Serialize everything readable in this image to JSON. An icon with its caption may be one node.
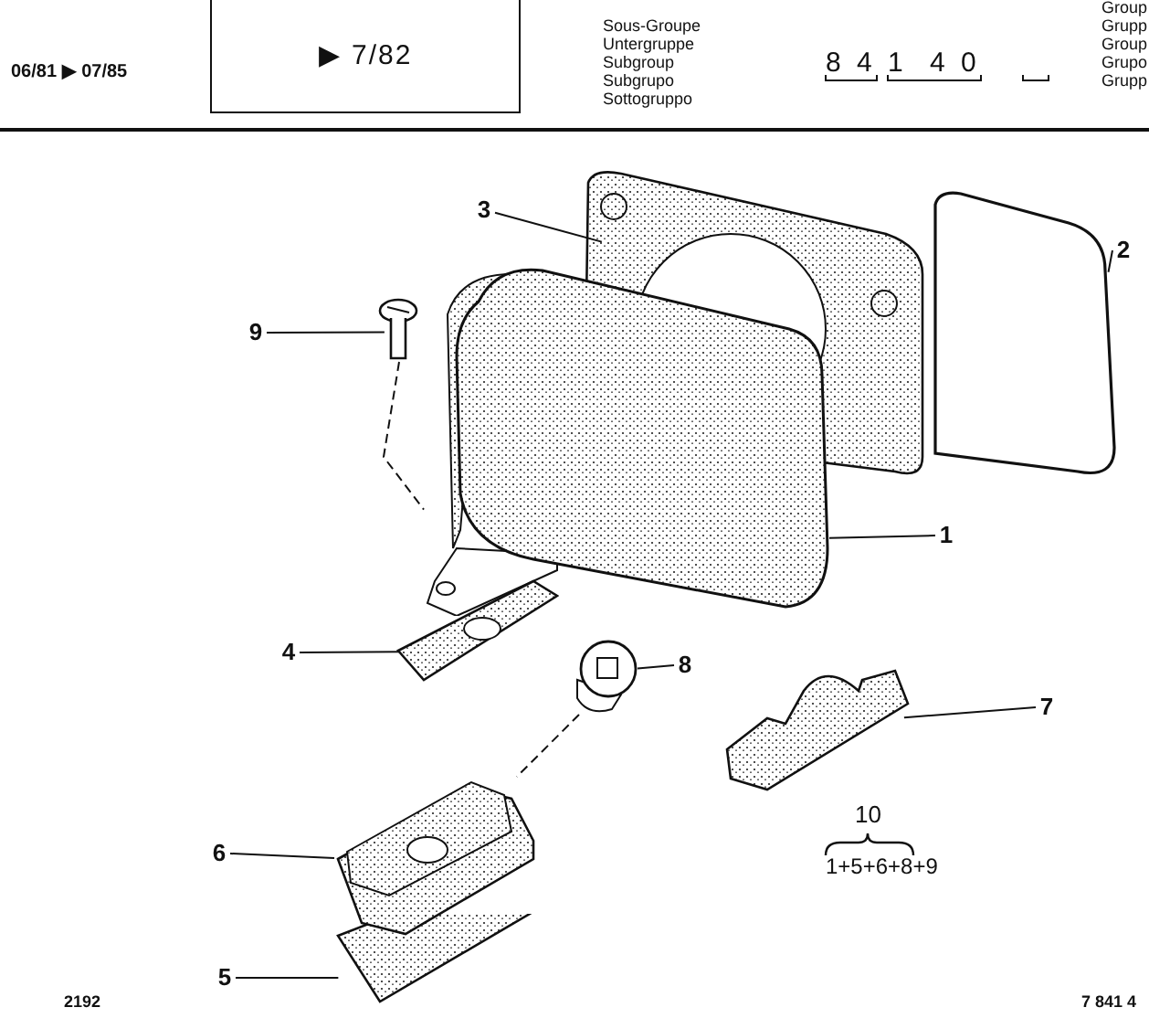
{
  "diagram": {
    "nodes": [
      {
        "text": [
          "▶ 7/82"
        ]
      },
      {
        "text": [
          "3"
        ]
      },
      {
        "text": [
          "2"
        ]
      },
      {
        "text": [
          "9"
        ]
      },
      {
        "text": [
          "1"
        ]
      },
      {
        "text": [
          "4"
        ]
      },
      {
        "text": [
          "8"
        ]
      },
      {
        "text": [
          "7"
        ]
      },
      {
        "text": [
          "6"
        ]
      },
      {
        "text": [
          "5"
        ]
      },
      {
        "text": [],
        "shape": "picture"
      },
      {
        "text": [],
        "shape": "picture"
      },
      {
        "text": [],
        "shape": "picture"
      },
      {
        "text": [],
        "shape": "picture"
      },
      {
        "text": [],
        "shape": "picture"
      },
      {
        "text": [],
        "shape": "picture"
      },
      {
        "text": [],
        "shape": "picture"
      },
      {
        "text": [],
        "shape": "picture"
      },
      {
        "text": [],
        "shape": "picture"
      }
    ],
    "edges": [
      {
        "from": 1,
        "to": 11,
        "arrow": "none"
      },
      {
        "from": 2,
        "to": 10,
        "arrow": "none"
      },
      {
        "from": 3,
        "to": 13,
        "arrow": "none"
      },
      {
        "from": 4,
        "to": 12,
        "arrow": "none"
      },
      {
        "from": 5,
        "to": 14,
        "arrow": "none"
      },
      {
        "from": 6,
        "to": 15,
        "arrow": "none"
      },
      {
        "from": 7,
        "to": 16,
        "arrow": "none"
      },
      {
        "from": 8,
        "to": 17,
        "arrow": "none"
      },
      {
        "from": 9,
        "to": 18,
        "arrow": "none"
      },
      {
        "from": 13,
        "to": 12,
        "arrow": "none",
        "style": "dashed"
      },
      {
        "from": 15,
        "to": 17,
        "arrow": "none",
        "style": "dashed"
      }
    ],
    "labels": [
      "06/81 ▶ 07/85",
      "Sous-Groupe",
      "Untergruppe",
      "Subgroup",
      "Subgrupo",
      "Sottogruppo",
      "8",
      "4",
      "1",
      "4",
      "0",
      "Group",
      "Grupp",
      "Group",
      "Grupo",
      "Grupp",
      "10",
      "1+5+6+8+9",
      "2192",
      "7 841 4"
    ]
  }
}
